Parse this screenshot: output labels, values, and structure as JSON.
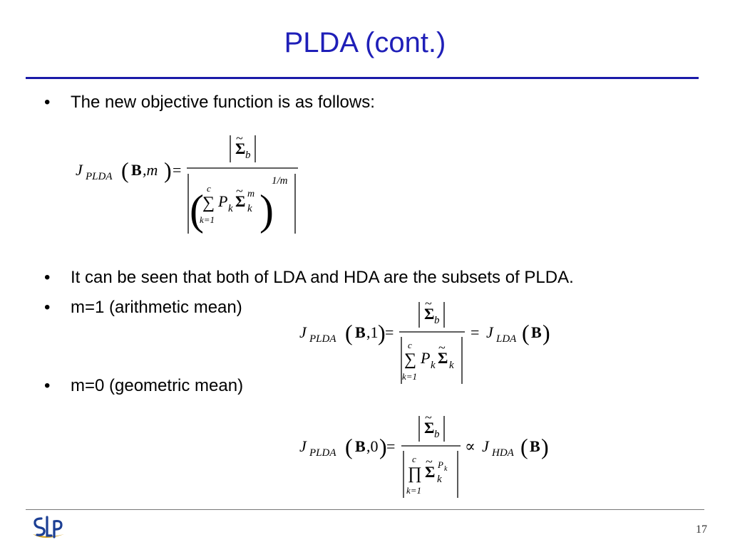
{
  "slide": {
    "title": "PLDA (cont.)",
    "page_number": "17"
  },
  "bullets": [
    {
      "symbol": "•",
      "text": "The new objective function is as follows:"
    },
    {
      "symbol": "•",
      "text": "It can be seen that both of LDA and HDA are the subsets of PLDA."
    },
    {
      "symbol": "•",
      "text": "m=1 (arithmetic mean)"
    },
    {
      "symbol": "•",
      "text": "m=0 (geometric mean)"
    }
  ],
  "equations": {
    "general": {
      "J": "J",
      "J_sub": "PLDA",
      "args": ",m",
      "arg_bold": "B",
      "equals": "=",
      "numerator_sigma": "Σ",
      "numerator_sub": "b",
      "exponent": "1/m",
      "sum_top": "c",
      "sum_bottom": "k=1",
      "sum_symbol": "∑",
      "P": "P",
      "P_sub": "k",
      "denom_sigma": "Σ",
      "denom_sup": "m",
      "denom_sub": "k"
    },
    "m1": {
      "J": "J",
      "J_sub": "PLDA",
      "arg_bold": "B",
      "args": ",1",
      "equals": "=",
      "rhs_equals": "=",
      "rhs_J": "J",
      "rhs_sub": "LDA",
      "rhs_arg": "B",
      "numerator_sigma": "Σ",
      "numerator_sub": "b",
      "sum_top": "c",
      "sum_bottom": "k=1",
      "sum_symbol": "∑",
      "P": "P",
      "P_sub": "k",
      "denom_sigma": "Σ",
      "denom_sub": "k"
    },
    "m0": {
      "J": "J",
      "J_sub": "PLDA",
      "arg_bold": "B",
      "args": ",0",
      "equals": "=",
      "proportional": "∝",
      "rhs_J": "J",
      "rhs_sub": "HDA",
      "rhs_arg": "B",
      "numerator_sigma": "Σ",
      "numerator_sub": "b",
      "prod_top": "c",
      "prod_bottom": "k=1",
      "prod_symbol": "∏",
      "denom_sigma": "Σ",
      "denom_sup_P": "P",
      "denom_sup_k": "k",
      "denom_sub": "k"
    }
  },
  "colors": {
    "title": "#1f1fb8",
    "rule": "#1a1aa8",
    "logo_blue": "#1c3f94",
    "logo_gold": "#d4a017"
  },
  "logo": {
    "icon": "slp-logo-icon"
  }
}
